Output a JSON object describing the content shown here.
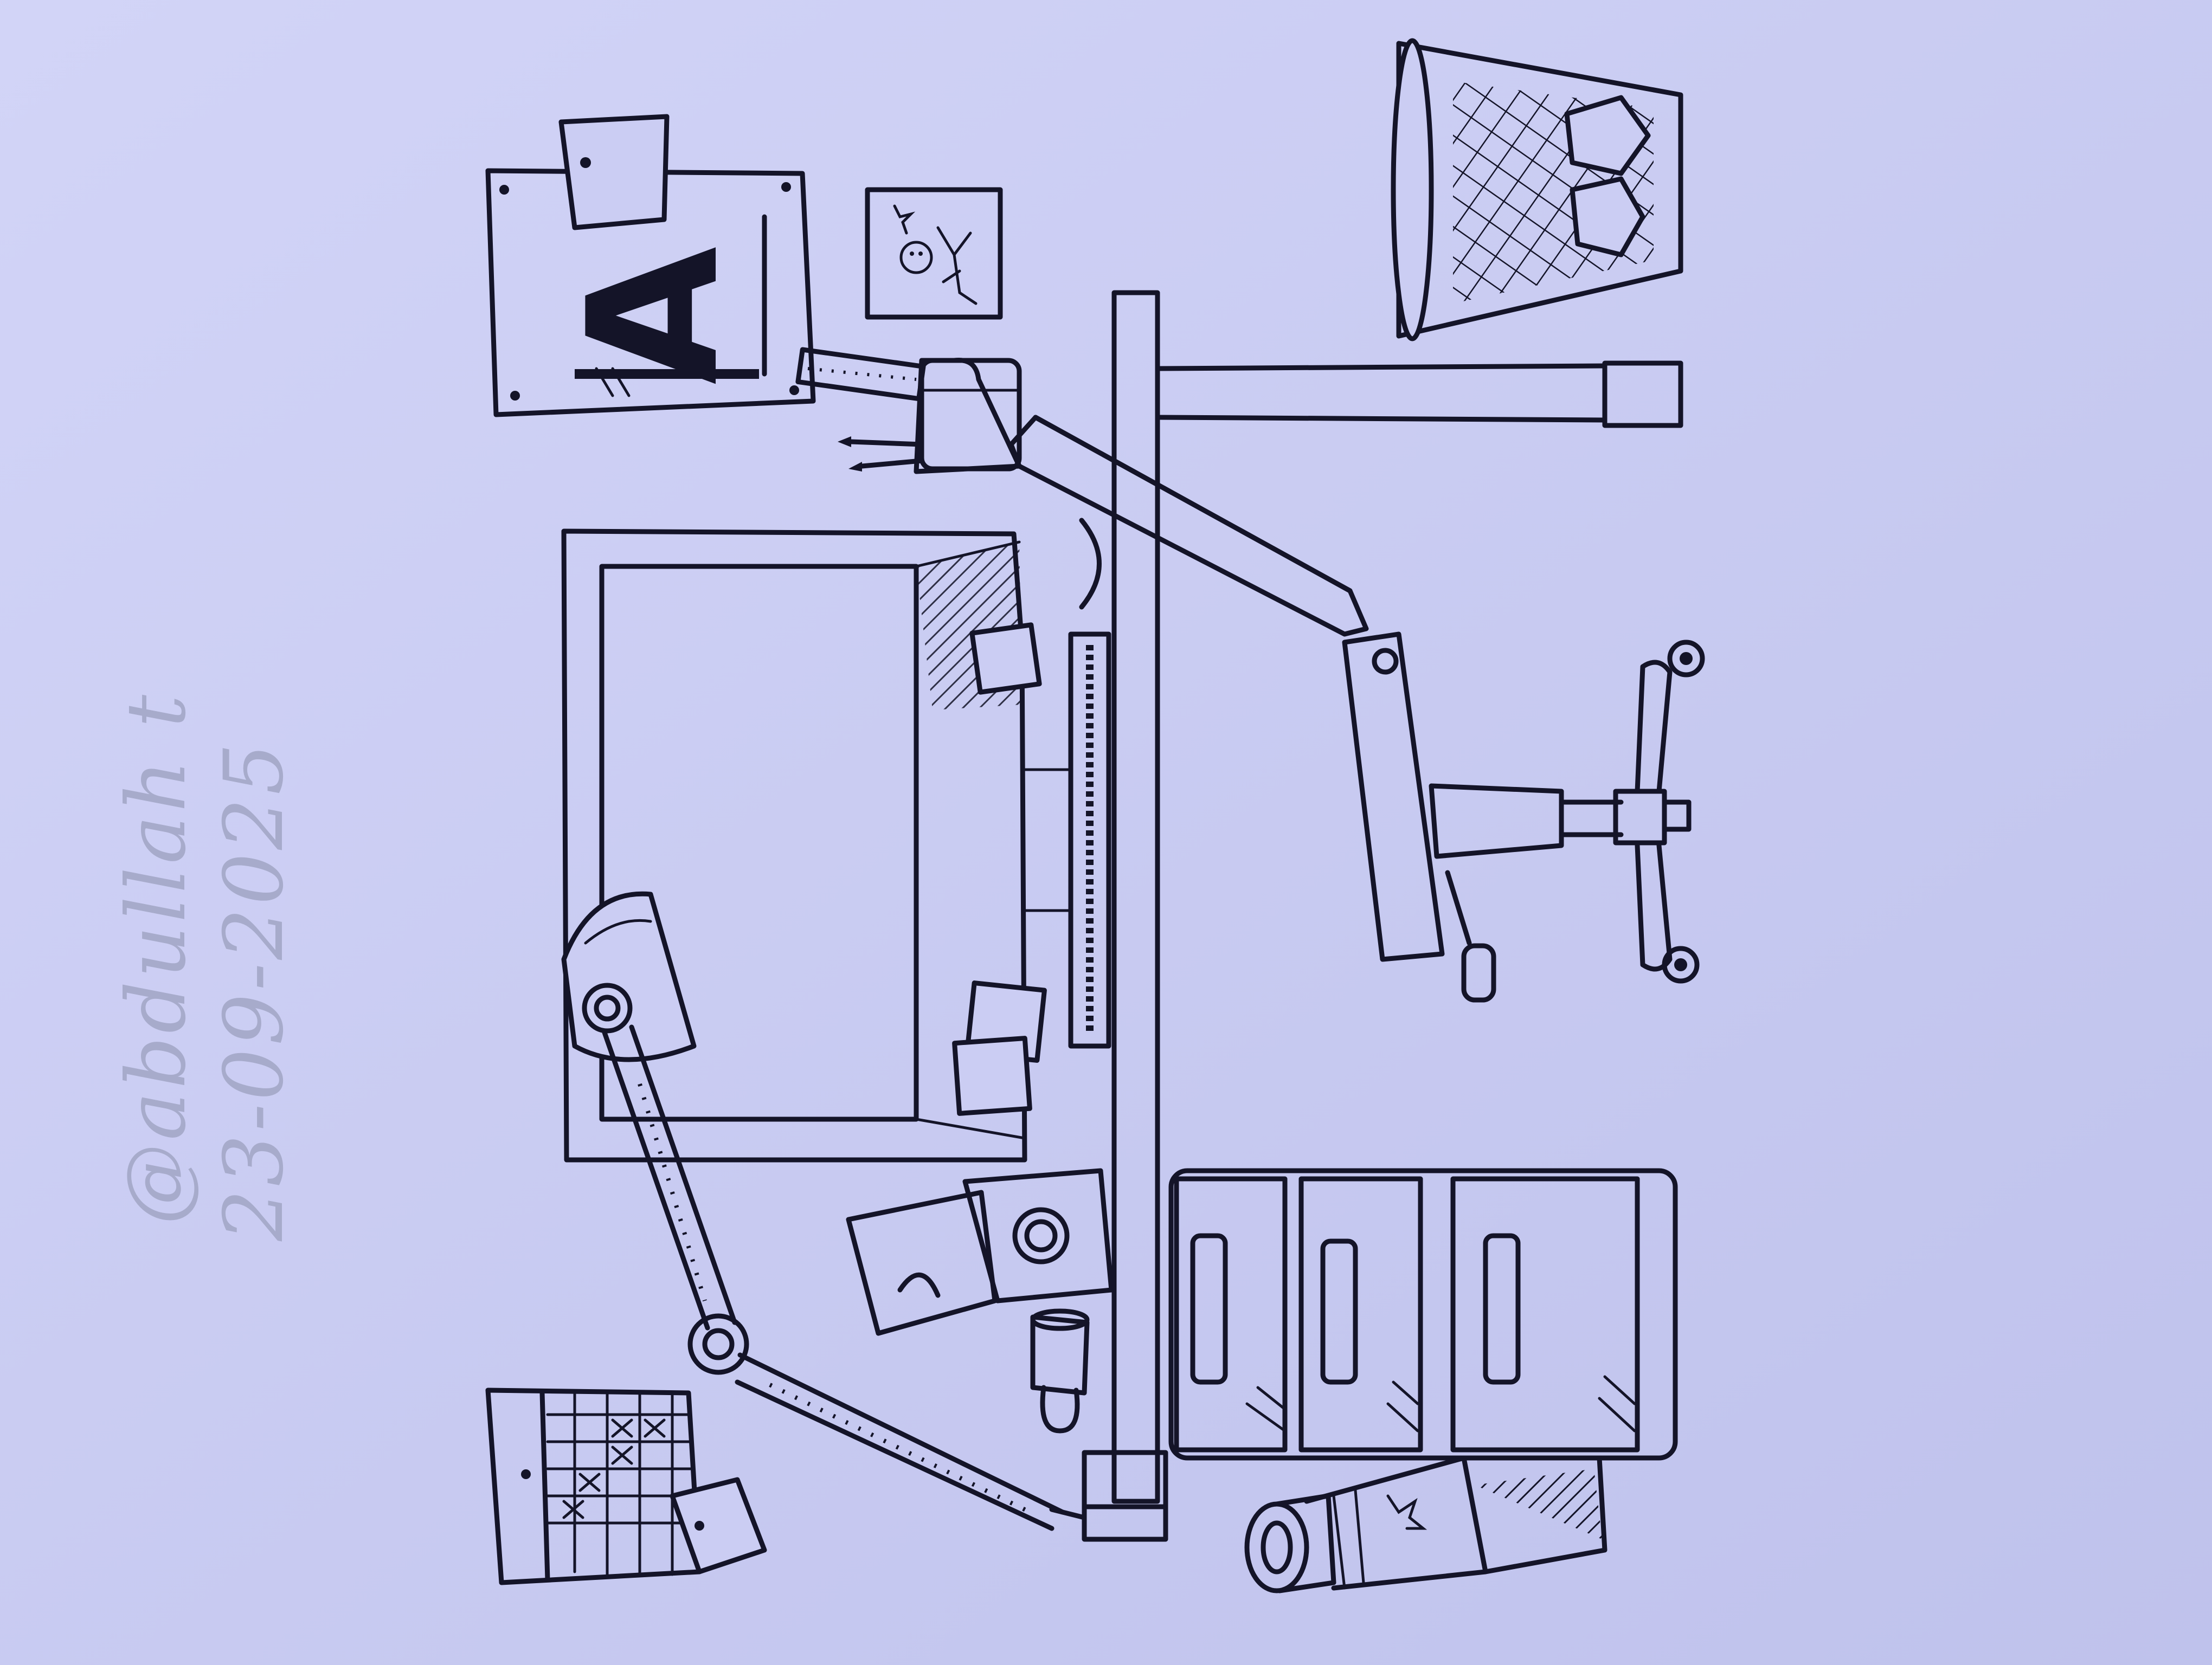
{
  "photo": {
    "paper_color": "#c8caf2",
    "ink_color": "#141428",
    "pencil_color": "#a7abcb"
  },
  "signature": {
    "handle": "@abdullah t",
    "date": "23-09-2025"
  },
  "poster": {
    "letter": "A"
  }
}
